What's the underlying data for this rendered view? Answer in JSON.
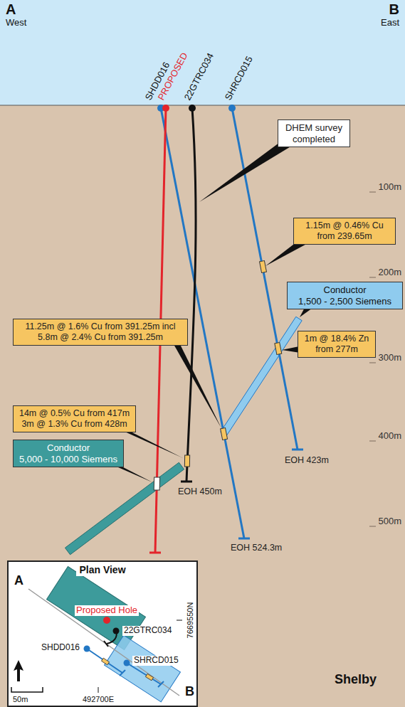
{
  "diagram": {
    "nodes": [
      {
        "text": [
          "DHEM survey completed"
        ]
      },
      {
        "text": [
          "1.15m @ 0.46% Cu from 239.65m"
        ]
      },
      {
        "text": [
          "Conductor",
          "1,500 - 2,500 Siemens"
        ]
      },
      {
        "text": [
          "1m @ 18.4% Zn from 277m"
        ]
      },
      {
        "text": [
          "11.25m @ 1.6% Cu from 391.25m incl 5.8m @ 2.4% Cu from 391.25m"
        ]
      },
      {
        "text": [
          "14m @ 0.5% Cu from 417m",
          "3m @ 1.3% Cu from 428m"
        ]
      },
      {
        "text": [
          "Conductor",
          "5,000 - 10,000 Siemens"
        ]
      },
      {
        "text": [
          "Plan View"
        ]
      }
    ],
    "labels": [
      "A",
      "West",
      "B",
      "East",
      "SHDD016",
      "PROPOSED",
      "22GTRC034",
      "SHRCD015",
      "100m",
      "200m",
      "300m",
      "400m",
      "500m",
      "EOH 423m",
      "EOH 450m",
      "EOH 524.3m",
      "A",
      "Proposed Hole",
      "22GTRC034",
      "SHDD016",
      "SHRCD015",
      "B",
      "7669550N",
      "492700E",
      "50m",
      "Shelby"
    ]
  }
}
